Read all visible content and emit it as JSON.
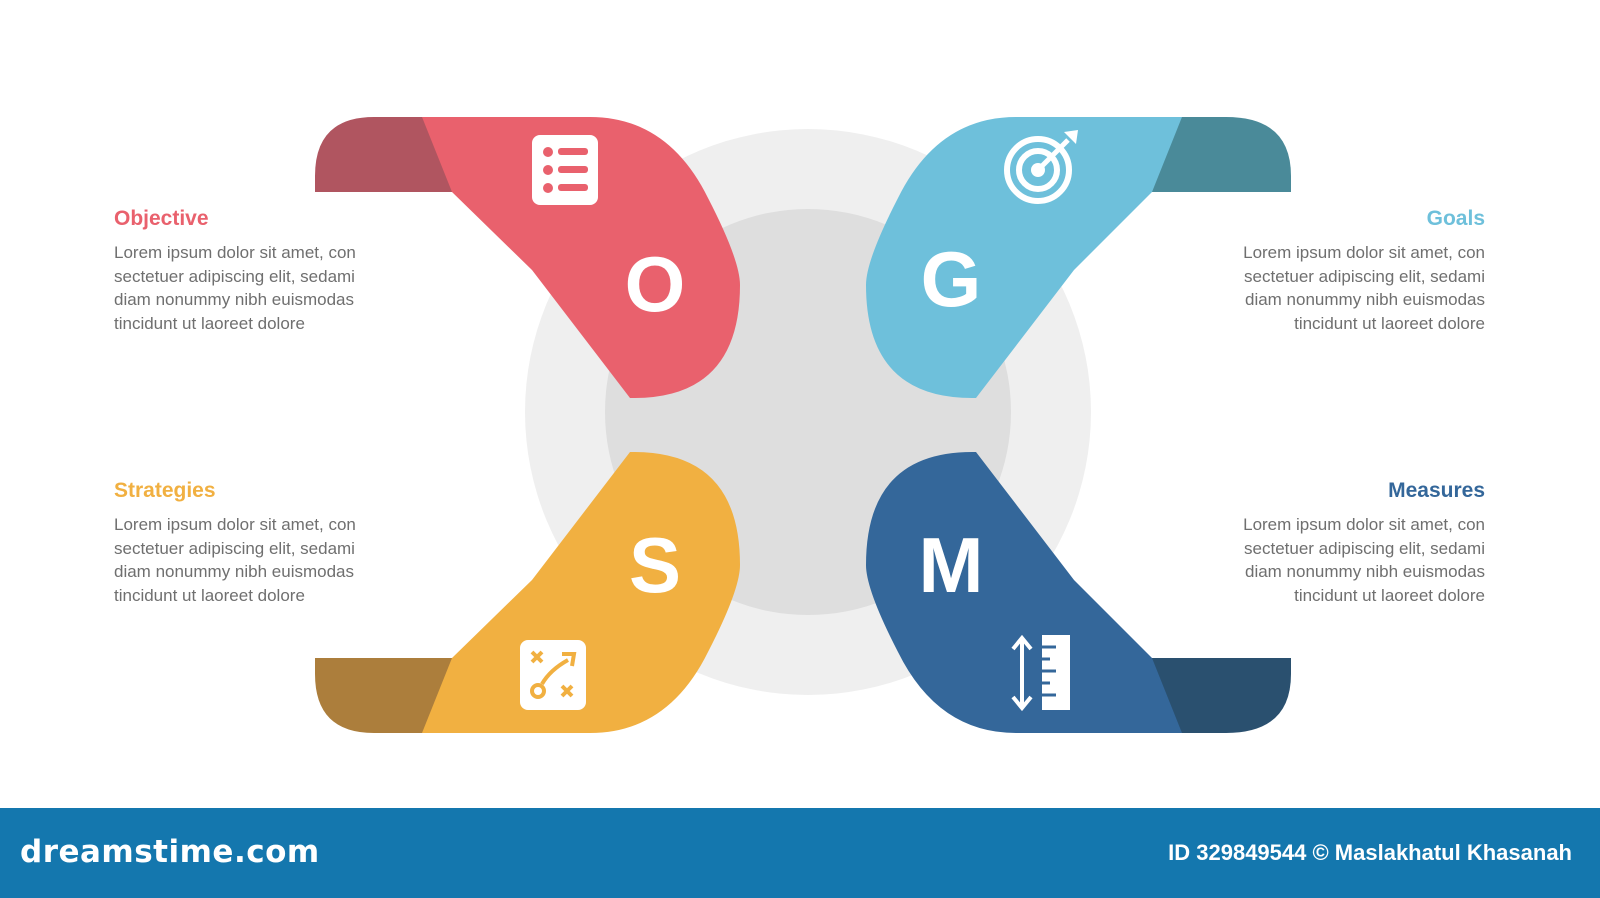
{
  "colors": {
    "objective": "#e9616d",
    "objective_dark": "#b05560",
    "goals": "#6ec0db",
    "goals_dark": "#4a8a99",
    "strategies": "#f1b041",
    "strategies_dark": "#ac7e3c",
    "measures": "#34679a",
    "measures_dark": "#2a506f",
    "ring_outer": "#efefef",
    "ring_inner": "#dedede",
    "footer_bg": "#1477ae"
  },
  "quadrants": {
    "objective": {
      "letter": "O",
      "icon": "list-icon",
      "heading": "Objective",
      "body": "Lorem ipsum dolor sit amet, con sectetuer adipiscing elit, sedami diam nonummy nibh euismodas tincidunt ut laoreet dolore"
    },
    "goals": {
      "letter": "G",
      "icon": "target-icon",
      "heading": "Goals",
      "body": "Lorem ipsum dolor sit amet, con sectetuer adipiscing elit, sedami diam nonummy nibh euismodas tincidunt ut laoreet dolore"
    },
    "strategies": {
      "letter": "S",
      "icon": "strategy-board-icon",
      "heading": "Strategies",
      "body": "Lorem ipsum dolor sit amet, con sectetuer adipiscing elit, sedami diam nonummy nibh euismodas tincidunt ut laoreet dolore"
    },
    "measures": {
      "letter": "M",
      "icon": "ruler-icon",
      "heading": "Measures",
      "body": "Lorem ipsum dolor sit amet, con sectetuer adipiscing elit, sedami diam nonummy nibh euismodas tincidunt ut laoreet dolore"
    }
  },
  "footer": {
    "brand": "dreamstime.com",
    "credit": "ID 329849544 © Maslakhatul Khasanah"
  }
}
